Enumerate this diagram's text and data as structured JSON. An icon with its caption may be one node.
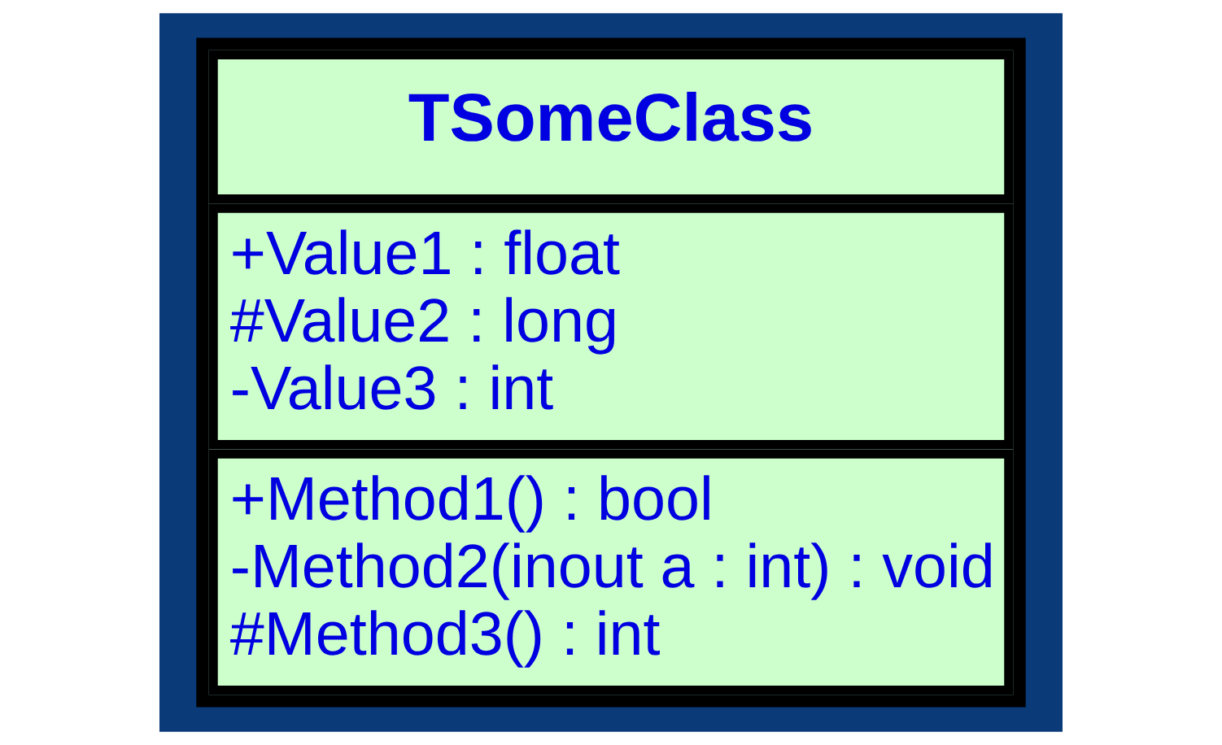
{
  "diagram": {
    "nodes": [
      {
        "text": [
          "TSomeClass",
          "+Value1 : float",
          "#Value2 : long",
          "-Value3 : int",
          "+Method1() : bool",
          "-Method2(inout a : int) : void",
          "#Method3() : int"
        ]
      }
    ]
  }
}
